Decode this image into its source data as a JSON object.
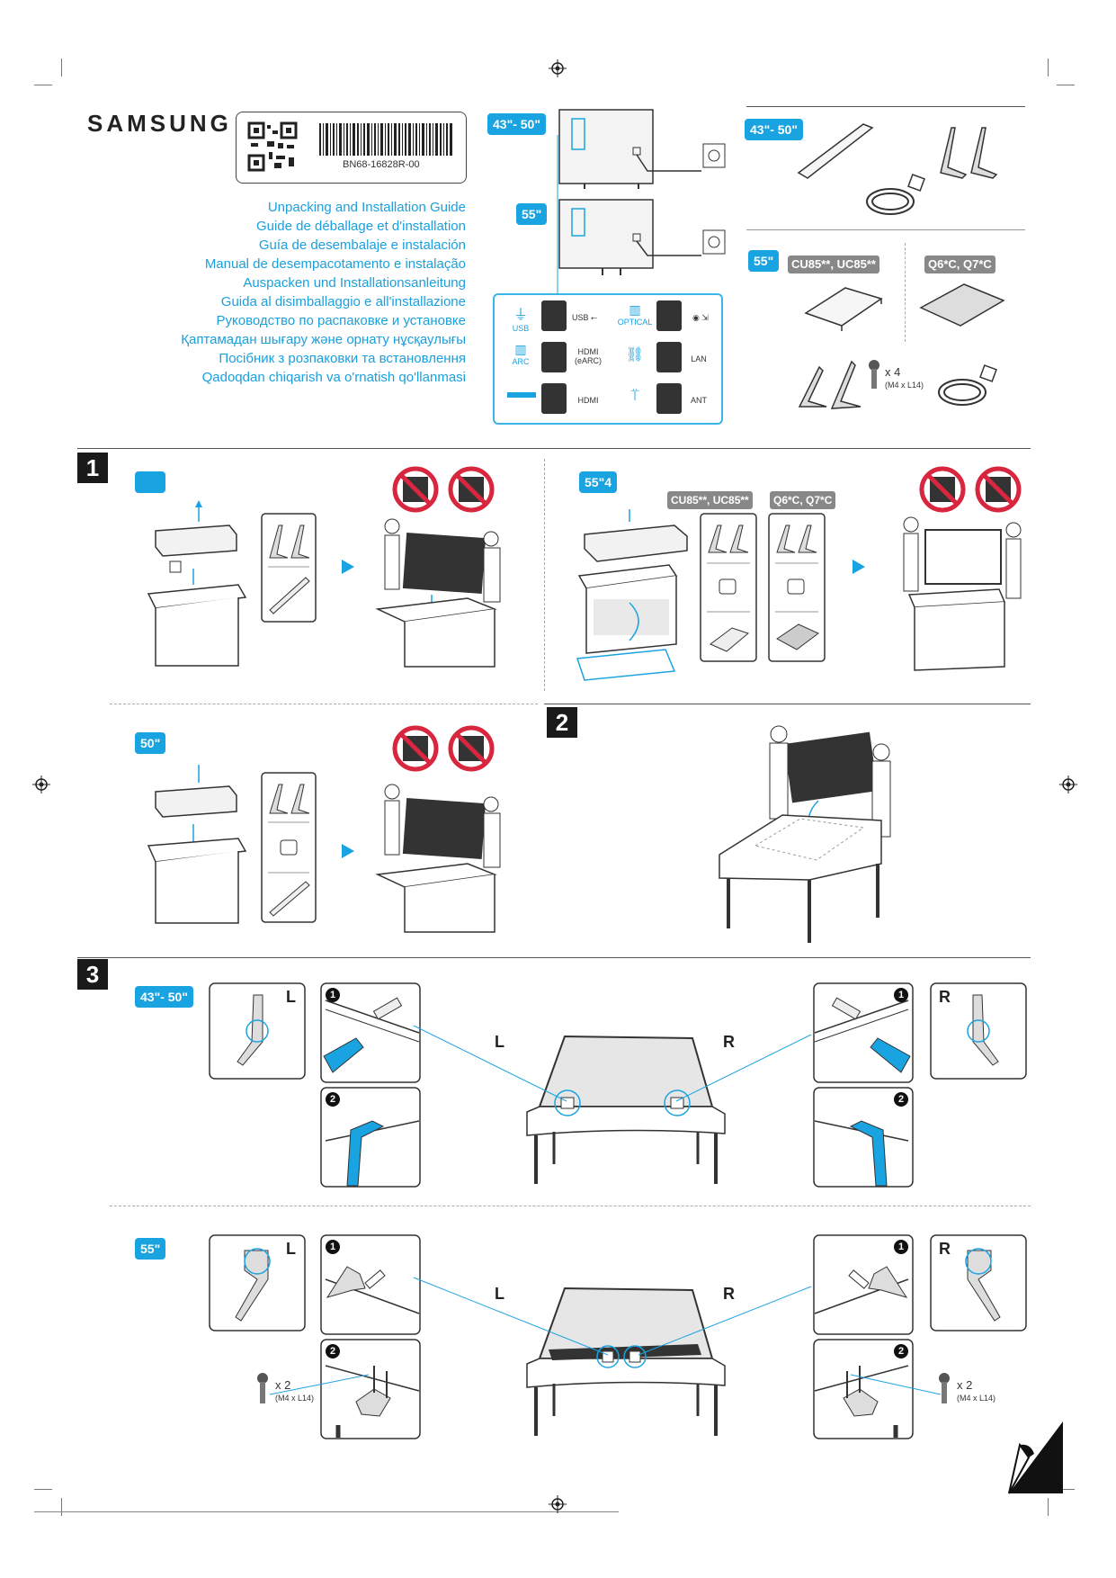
{
  "brand": "SAMSUNG",
  "part_number": "BN68-16828R-00",
  "guide_titles": [
    "Unpacking and Installation Guide",
    "Guide de déballage et d'installation",
    "Guía de desembalaje e instalación",
    "Manual de desempacotamento e instalação",
    "Auspacken und Installationsanleitung",
    "Guida al disimballaggio e all'installazione",
    "Руководство по распаковке и установке",
    "Қаптамадан шығару және орнату нұсқаулығы",
    "Посібник з розпаковки та встановлення",
    "Qadoqdan chiqarish va o'rnatish qo'llanmasi"
  ],
  "sizes": {
    "s43_50": "43\"- 50\"",
    "s55": "55\"",
    "s50": "50\"",
    "s55_4": "55\"4"
  },
  "models": {
    "cu": "CU85**, UC85**",
    "q6": "Q6*C, Q7*C"
  },
  "ports": {
    "usb_icon": "USB",
    "usb": "USB ⭠",
    "optical": "OPTICAL",
    "arc": "ARC",
    "hdmi_earc": "HDMI (eARC)",
    "lan": "LAN",
    "hdmi": "HDMI",
    "ant": "ANT"
  },
  "screws": {
    "x4": "x 4",
    "x2": "x 2",
    "spec": "(M4 x L14)"
  },
  "steps": [
    "1",
    "2",
    "3"
  ],
  "side_labels": {
    "left": "L",
    "right": "R"
  },
  "sub_steps": [
    "1",
    "2"
  ],
  "colors": {
    "accent": "#1aa3e1",
    "prohibit": "#d7263d",
    "dark": "#1a1a1a"
  }
}
